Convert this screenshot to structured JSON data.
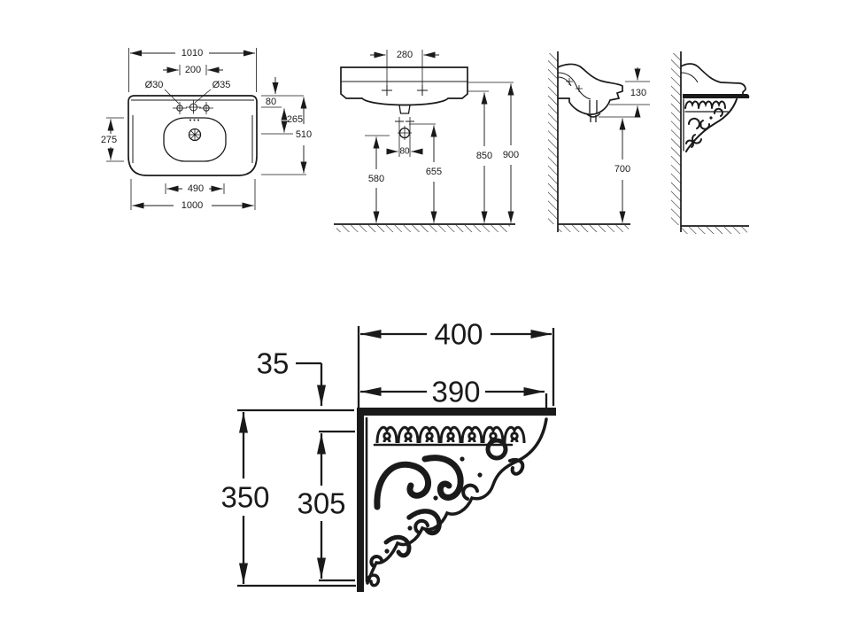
{
  "page": {
    "background": "#ffffff",
    "ink": "#1a1a1a"
  },
  "drawing": {
    "type": "technical-dimension-drawing",
    "subject": "wall-mounted washbasin with ornate cast bracket",
    "views": {
      "plan": {
        "title": "plan view",
        "dims": {
          "overall_width_top": "1010",
          "tap_hole_spacing": "200",
          "tap_hole_left_diameter": "Ø30",
          "tap_hole_center_diameter": "Ø35",
          "top_edge_to_tap_holes": "80",
          "tap_holes_to_drain": "265",
          "overall_depth": "510",
          "bowl_depth": "275",
          "bowl_width": "490",
          "overall_width_bottom": "1000"
        }
      },
      "front": {
        "title": "front view",
        "dims": {
          "tap_hole_spacing": "280",
          "trap_offset": "80",
          "trap_inlet_height": "580",
          "drain_height": "655",
          "basin_underside_height": "850",
          "rim_height": "900"
        }
      },
      "side": {
        "title": "side view",
        "dims": {
          "basin_height": "130",
          "clearance_below": "700"
        }
      },
      "side_with_bracket": {
        "title": "side view with bracket"
      },
      "bracket_detail": {
        "title": "bracket detail",
        "dims": {
          "shelf_depth": "400",
          "bracket_depth": "390",
          "front_overhang": "35",
          "overall_height": "350",
          "bracket_height": "305"
        }
      }
    }
  }
}
